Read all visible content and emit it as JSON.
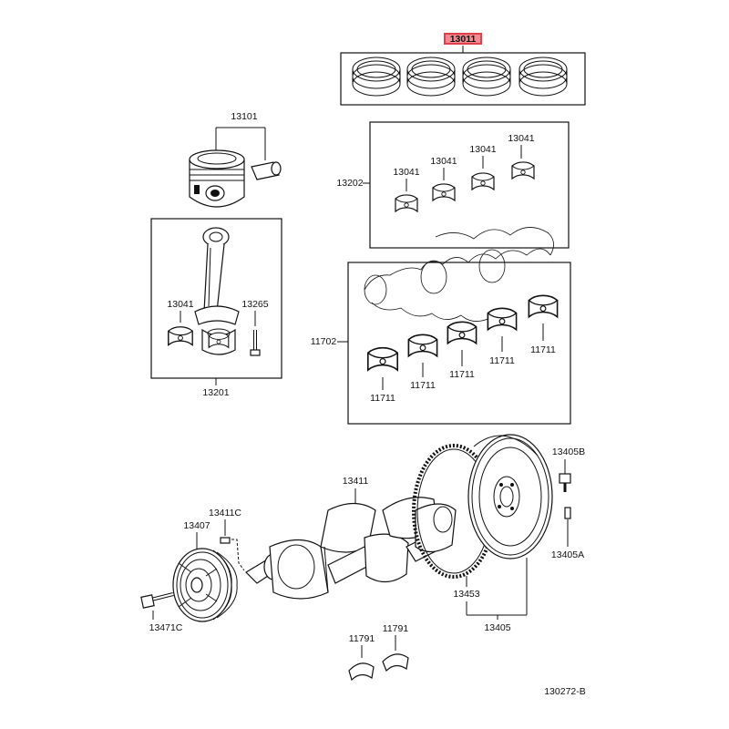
{
  "diagram_code": "130272-B",
  "highlight_color": "#e0404a",
  "labels": {
    "piston_rings_set": "13011",
    "piston": "13101",
    "crank_bearing_set": "13202",
    "rod_bearing_a": "13041",
    "rod_bearing_b": "13041",
    "rod_bearing_c": "13041",
    "rod_bearing_d": "13041",
    "rod_bearing_e": "13041",
    "rod_bolt": "13265",
    "connecting_rod": "13201",
    "main_bearing_set": "11702",
    "main_bearing_1": "11711",
    "main_bearing_2": "11711",
    "main_bearing_3": "11711",
    "main_bearing_4": "11711",
    "main_bearing_5": "11711",
    "crankshaft": "13411",
    "key": "13411C",
    "pulley": "13407",
    "pulley_bolt": "13471C",
    "flywheel_bolt": "13405B",
    "dowel_pin": "13405A",
    "ring_gear": "13453",
    "flywheel": "13405",
    "thrust_washer_a": "11791",
    "thrust_washer_b": "11791"
  }
}
